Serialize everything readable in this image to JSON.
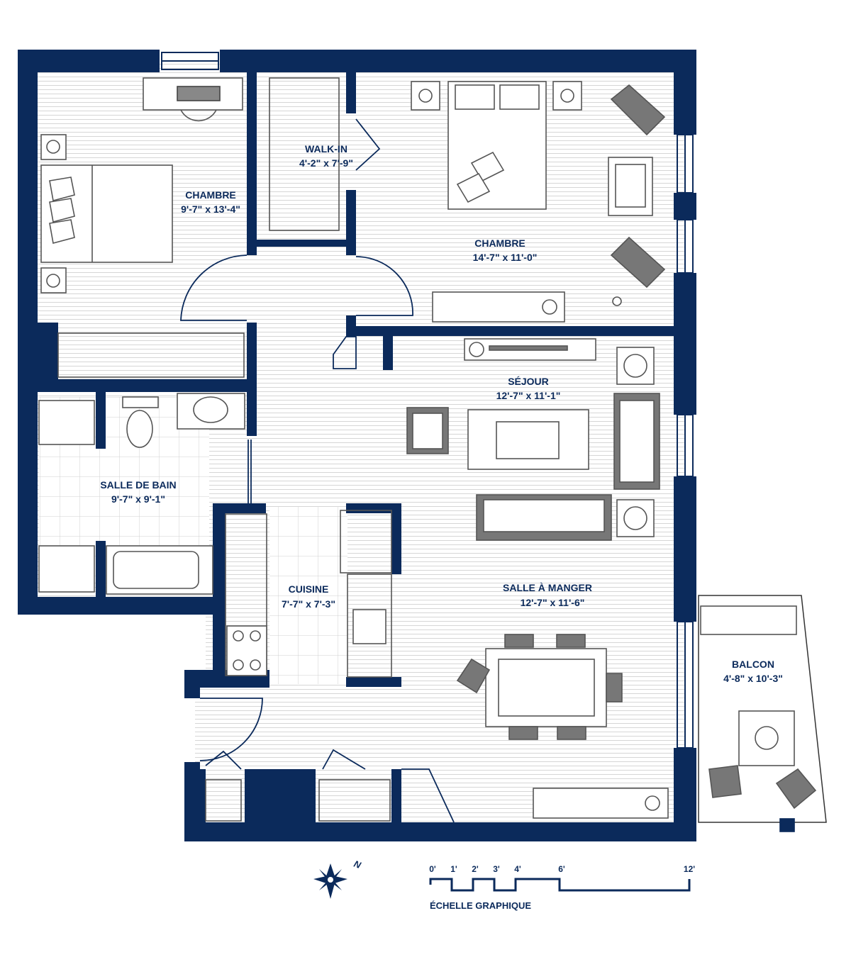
{
  "colors": {
    "wall": "#0b2a5b",
    "text": "#0b2a5b",
    "floor_line": "#d2d2d2",
    "furniture": "#555555",
    "tile": "#cfcfcf"
  },
  "rooms": [
    {
      "id": "chambre-1",
      "name": "CHAMBRE",
      "dims": "9'-7\" x 13'-4\""
    },
    {
      "id": "walk-in",
      "name": "WALK-IN",
      "dims": "4'-2\" x 7'-9\""
    },
    {
      "id": "chambre-2",
      "name": "CHAMBRE",
      "dims": "14'-7\" x 11'-0\""
    },
    {
      "id": "sejour",
      "name": "SÉJOUR",
      "dims": "12'-7\" x 11'-1\""
    },
    {
      "id": "salle-de-bain",
      "name": "SALLE DE BAIN",
      "dims": "9'-7\" x 9'-1\""
    },
    {
      "id": "cuisine",
      "name": "CUISINE",
      "dims": "7'-7\" x 7'-3\""
    },
    {
      "id": "salle-a-manger",
      "name": "SALLE À MANGER",
      "dims": "12'-7\" x 11'-6\""
    },
    {
      "id": "balcon",
      "name": "BALCON",
      "dims": "4'-8\" x 10'-3\""
    }
  ],
  "compass": {
    "label": "N",
    "icon": "compass-rose-icon"
  },
  "scale": {
    "ticks": [
      "0'",
      "1'",
      "2'",
      "3'",
      "4'",
      "6'",
      "12'"
    ],
    "caption": "ÉCHELLE GRAPHIQUE"
  }
}
